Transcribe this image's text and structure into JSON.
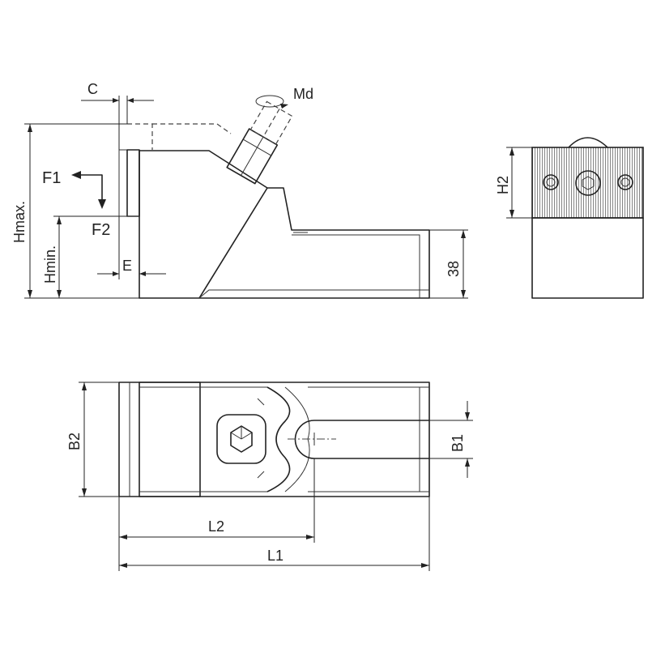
{
  "drawing": {
    "labels": {
      "c": "C",
      "md": "Md",
      "f1": "F1",
      "f2": "F2",
      "hmax": "Hmax.",
      "hmin": "Hmin.",
      "e": "E",
      "h38": "38",
      "h2": "H2",
      "b2": "B2",
      "b1": "B1",
      "l2": "L2",
      "l1": "L1"
    }
  }
}
